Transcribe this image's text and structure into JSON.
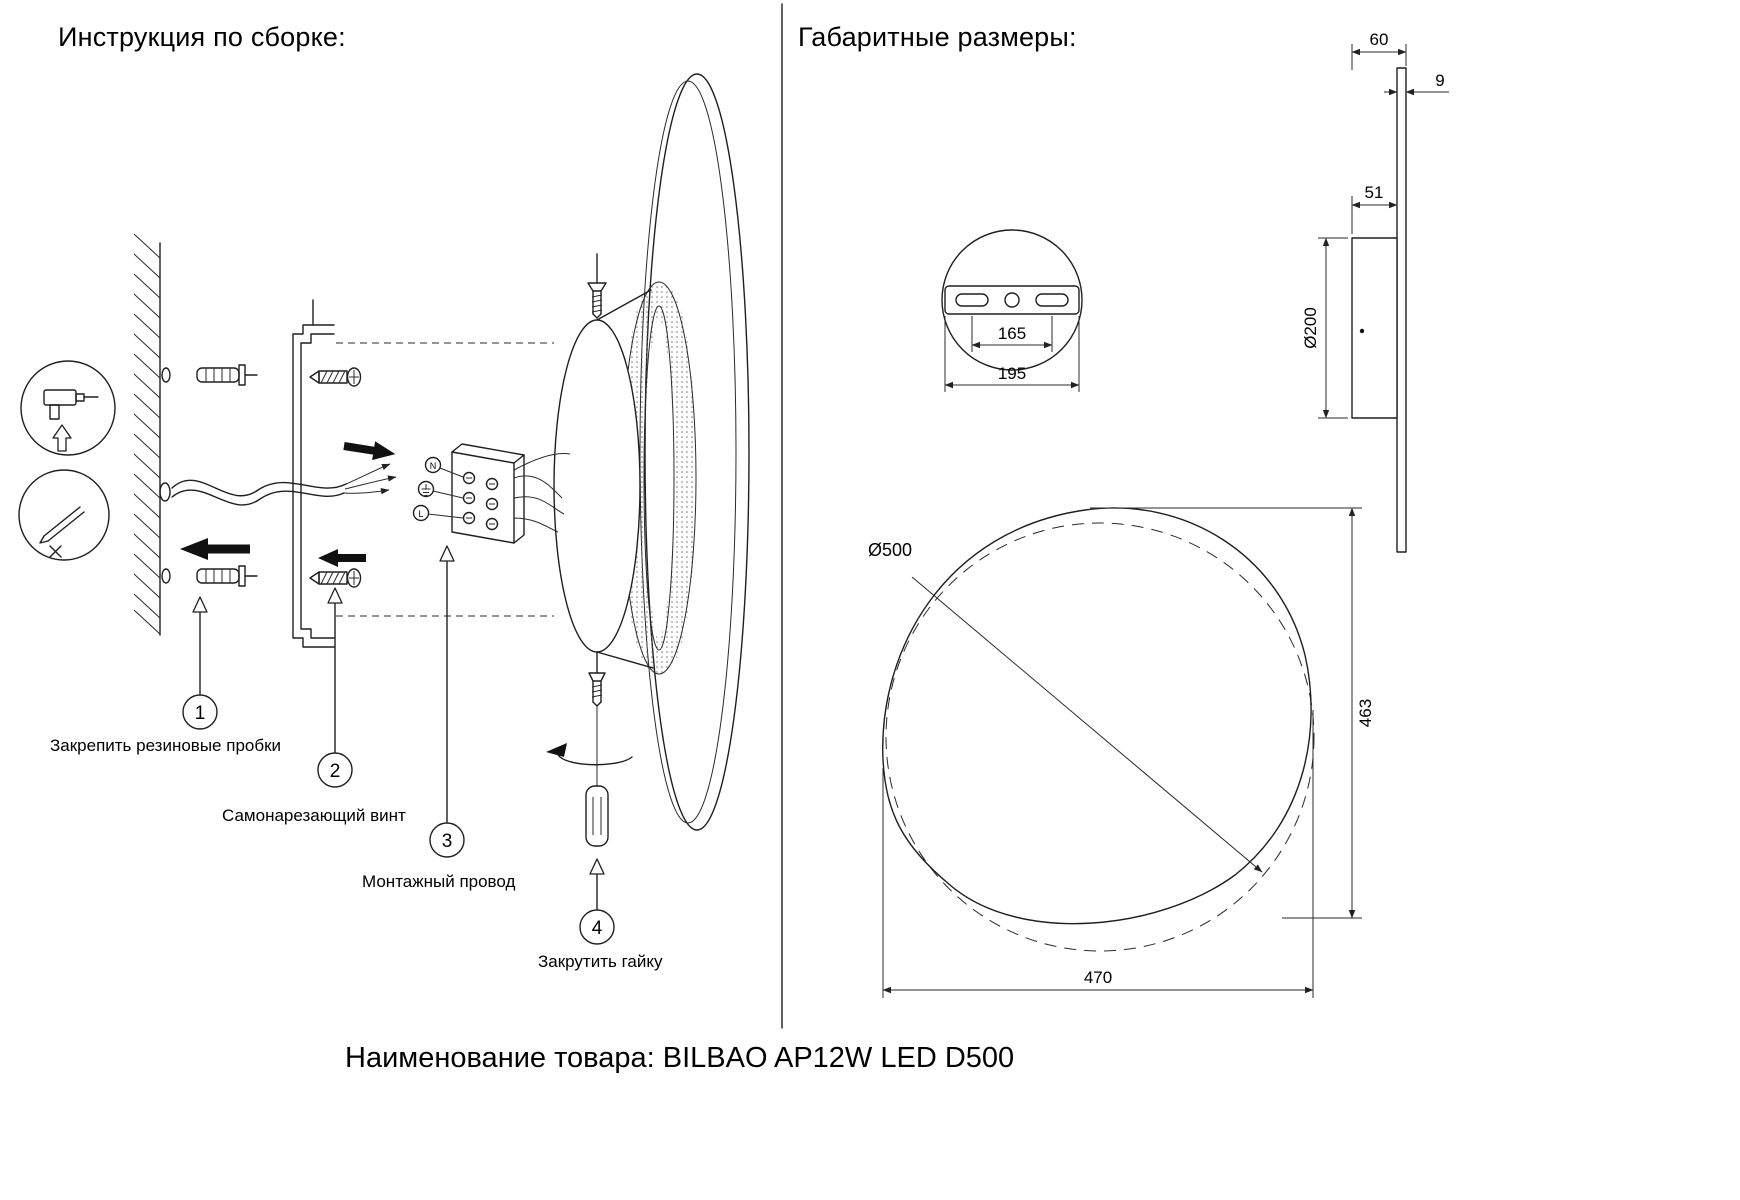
{
  "page": {
    "title_left": "Инструкция по сборке:",
    "title_right": "Габаритные размеры:",
    "product_label": "Наименование товара:",
    "product_name": "BILBAO AP12W LED D500"
  },
  "assembly": {
    "steps": [
      {
        "num": "1",
        "label": "Закрепить резиновые пробки"
      },
      {
        "num": "2",
        "label": "Самонарезающий винт"
      },
      {
        "num": "3",
        "label": "Монтажный провод"
      },
      {
        "num": "4",
        "label": "Закрутить гайку"
      }
    ],
    "terminal": {
      "n": "N",
      "l": "L"
    }
  },
  "dimensions": {
    "bracket_slot_span": "165",
    "bracket_width": "195",
    "depth_total": "60",
    "panel_thickness": "9",
    "drum_depth": "51",
    "drum_diameter": "Ø200",
    "front_diameter": "Ø500",
    "front_height": "463",
    "front_width": "470"
  }
}
